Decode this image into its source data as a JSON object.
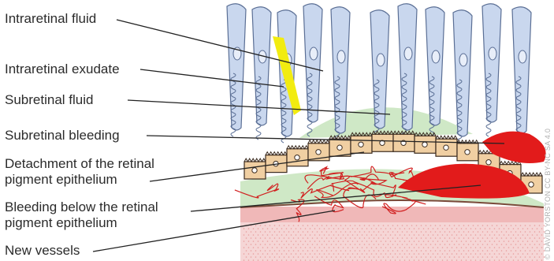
{
  "diagram": {
    "labels": {
      "intraretinal_fluid": "Intraretinal fluid",
      "intraretinal_exudate": "Intraretinal exudate",
      "subretinal_fluid": "Subretinal fluid",
      "subretinal_bleeding": "Subretinal bleeding",
      "rpe_detachment_line1": "Detachment of the retinal",
      "rpe_detachment_line2": "pigment epithelium",
      "bleeding_below_rpe_line1": "Bleeding below the retinal",
      "bleeding_below_rpe_line2": "pigment epithelium",
      "new_vessels": "New vessels"
    },
    "credit": "© DAVID YORSTON CC BY-NC SA 4.0",
    "colors": {
      "photoreceptor_fill": "#c9d7ee",
      "photoreceptor_stroke": "#5b6f95",
      "fluid_green": "#cfe8c6",
      "exudate_yellow": "#f2ec10",
      "blood_red": "#e21b1b",
      "rpe_cell": "#f0cfa2",
      "rpe_outline": "#3b2b1f",
      "bruch_brown": "#7a4a3a",
      "choroid_pink": "#f3c9c9",
      "vessel_red": "#d11f1f",
      "leader_line": "#222222"
    }
  }
}
